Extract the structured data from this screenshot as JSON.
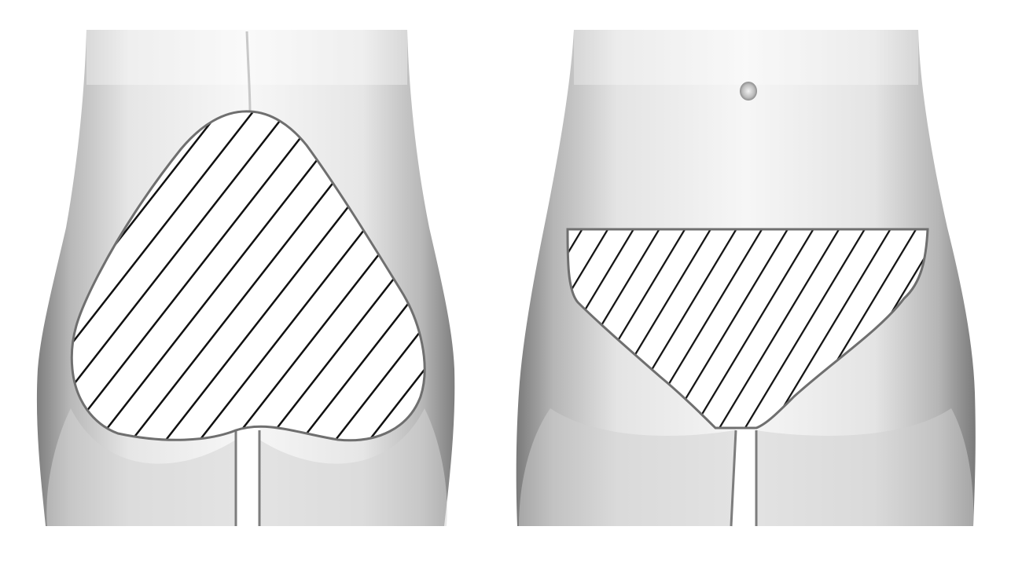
{
  "figure": {
    "panels": [
      {
        "view": "back",
        "hatched_region": "buttocks-lower-back"
      },
      {
        "view": "front",
        "hatched_region": "pubic-area"
      }
    ],
    "colors": {
      "background": "#ffffff",
      "skin_light": "#f4f4f4",
      "skin_mid": "#d9d9d9",
      "skin_dark": "#8f8f8f",
      "hatch_line": "#111111",
      "region_fill": "#ffffff",
      "region_outline": "#6f6f6f"
    }
  }
}
